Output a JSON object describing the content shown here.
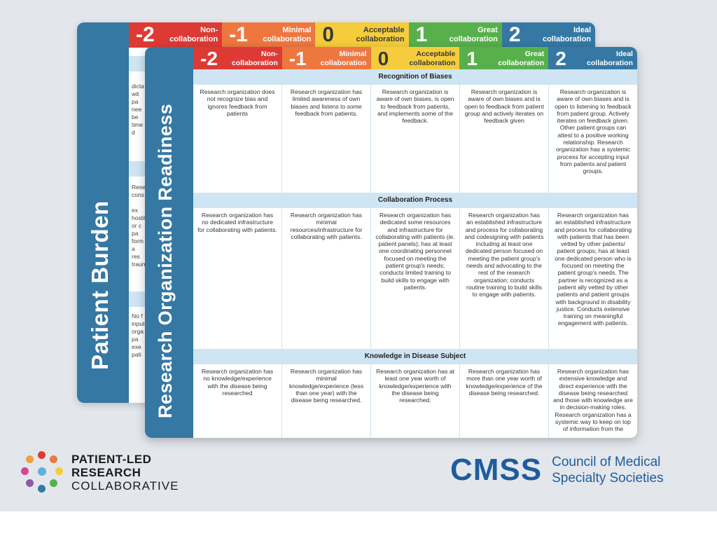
{
  "scale": [
    {
      "num": "-2",
      "label": "Non-collaboration",
      "color": "#de3a35"
    },
    {
      "num": "-1",
      "label": "Minimal collaboration",
      "color": "#ee7740"
    },
    {
      "num": "0",
      "label": "Acceptable collaboration",
      "color": "#f5cd3c"
    },
    {
      "num": "1",
      "label": "Great collaboration",
      "color": "#58b04c"
    },
    {
      "num": "2",
      "label": "Ideal collaboration",
      "color": "#3578a4"
    }
  ],
  "back_card": {
    "title": "Patient Burden",
    "fragments": {
      "a": "dicta\nwit\npa\nnee\nbe\ntime\nd",
      "b": "Resea\ncons\n\nex\nhostil\nor c\npa\nform\na\nres\ntraun",
      "c": "No f\ninput\norga\npa\nexe\npati"
    }
  },
  "front_card": {
    "title": "Research Organization Readiness",
    "sections": [
      {
        "heading": "Recognition of Biases",
        "cells": [
          "Research organization does not recognize bias and ignores feedback from patients",
          "Research organization has limited awareness of own biases and listens to some feedback from patients.",
          "Research organization is aware of own biases, is open to feedback from patients, and implements some of the feedback.",
          "Research organization is aware of own biases and is open to feedback from patient group and actively iterates on feedback given",
          "Research organization is aware of own biases and is open to listening to feedback from patient group. Actively iterates on feedback given. Other patient groups can attest to a positive working relationship. Research organization has a systemic process for accepting input from patients and patient groups."
        ]
      },
      {
        "heading": "Collaboration Process",
        "cells": [
          "Research organization has no dedicated infrastructure for collaborating with patients.",
          "Research organization has minimal resources/infrastructure for collaborating with patients.",
          "Research organization has dedicated some resources and infrastructure for collaborating with patients (ie. patient panels); has at least one coordinating personnel focused on meeting the patient group's needs; conducts limited training to build skills to engage with patients.",
          "Research organization has an established infrastructure and process for collaborating and codesigning with patients including at least one dedicated person focused on meeting the patient group's needs and advocating to the rest of the research organization; conducts routine training to build skills to engage with patients.",
          "Research organization has an established infrastructure and process for collaborating with patients that has been vetted by other patients/ patient groups; has at least one dedicated person who is focused on meeting the patient group's needs. The partner is recognized as a patient ally vetted by other patients and patient groups with background in disability justice. Conducts extensive training on meaningful engagement with patients."
        ]
      },
      {
        "heading": "Knowledge in Disease Subject",
        "cells": [
          "Research organization has no knowledge/experience with the disease being researched",
          "Research organization has minimal knowledge/experience (less than one year) with the disease being researched.",
          "Research organization has at least one year worth of knowledge/experience with the disease being researched.",
          "Research organization has more than one year worth of knowledge/experience of the disease being researched.",
          "Research organization has extensive knowledge and direct experience with the disease being researched and those with knowledge are in decision-making roles. Research organization has a systemic way to keep on top of information from the"
        ]
      }
    ]
  },
  "logos": {
    "plrc": {
      "line1": "PATIENT-LED",
      "line2": "RESEARCH",
      "line3": "COLLABORATIVE"
    },
    "cmss": {
      "mark": "CMSS",
      "line1": "Council of Medical",
      "line2": "Specialty Societies",
      "color": "#1f5c9e"
    }
  }
}
